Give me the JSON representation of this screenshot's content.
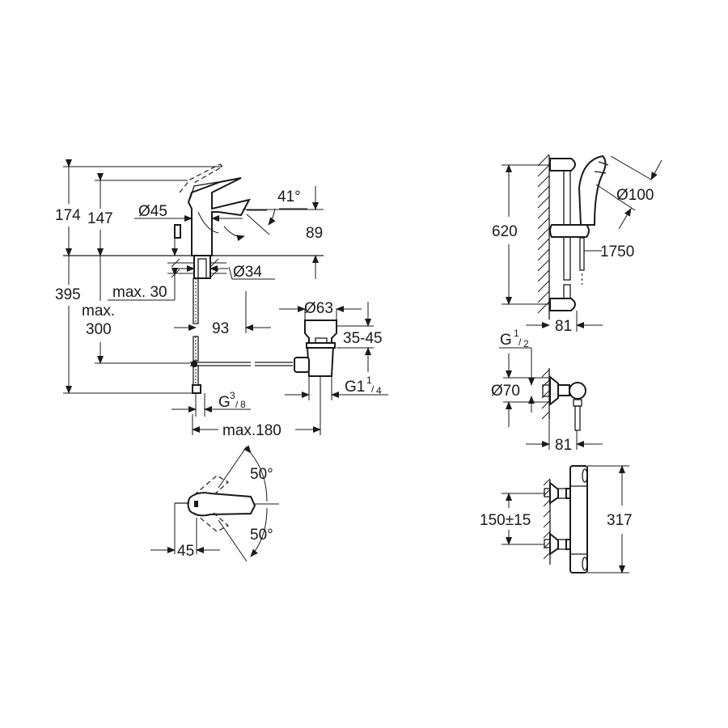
{
  "diagram": {
    "type": "technical-dimension-drawing",
    "background": "#ffffff",
    "line_color": "#1a1a1a",
    "basin_mixer": {
      "side_view": {
        "height_total": "174",
        "height_spout": "147",
        "body_diameter": "Ø45",
        "spout_angle": "41°",
        "spout_height": "89",
        "mounting_hole": "Ø34",
        "deck_thickness": "max. 30",
        "max_below_label_1": "max.",
        "max_below_label_2": "300",
        "total_depth": "395",
        "spout_reach": "93",
        "waste_diameter": "Ø63",
        "waste_range": "35-45",
        "waste_thread_main": "G1",
        "waste_thread_num": "1",
        "waste_thread_den": "4",
        "supply_thread_main": "G",
        "supply_thread_num": "3",
        "supply_thread_den": "8",
        "waste_distance": "max.180"
      },
      "top_view": {
        "lever_angle_up": "50°",
        "lever_angle_down": "50°",
        "lever_offset": "45"
      }
    },
    "shower_rail": {
      "rail_height": "620",
      "head_diameter": "Ø100",
      "hose_length": "1750",
      "wall_projection": "81"
    },
    "shower_elbow": {
      "thread_main": "G",
      "thread_num": "1",
      "thread_den": "2",
      "flange_diameter": "Ø70",
      "wall_projection": "81"
    },
    "thermostat": {
      "inlet_spacing": "150±15",
      "body_height": "317"
    }
  }
}
